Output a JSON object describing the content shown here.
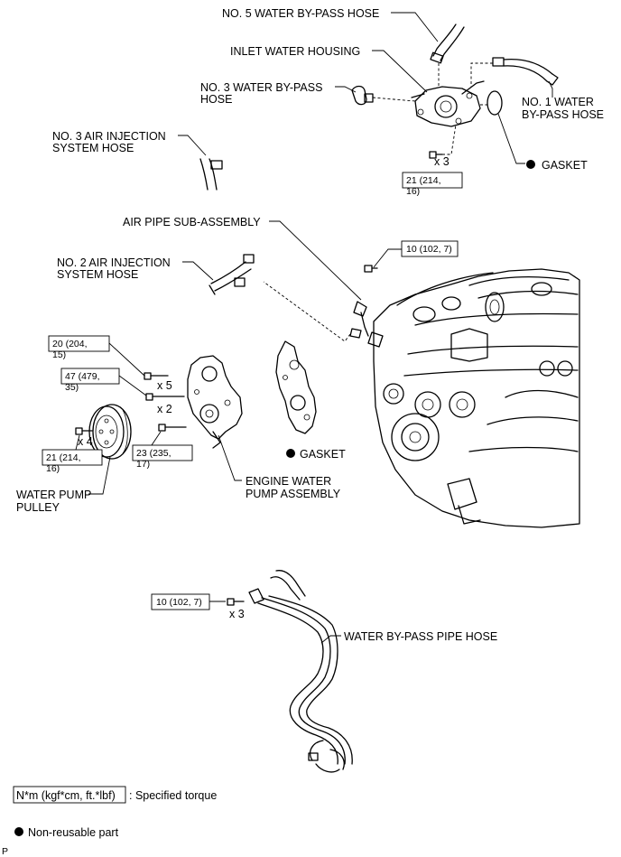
{
  "labels": {
    "no5_water_bypass_hose": "NO. 5 WATER BY-PASS HOSE",
    "inlet_water_housing": "INLET WATER HOUSING",
    "no3_water_bypass_hose_line1": "NO. 3 WATER BY-PASS",
    "no3_water_bypass_hose_line2": "HOSE",
    "no1_water_bypass_hose_line1": "NO. 1 WATER",
    "no1_water_bypass_hose_line2": "BY-PASS HOSE",
    "no3_air_injection_line1": "NO. 3 AIR INJECTION",
    "no3_air_injection_line2": "SYSTEM HOSE",
    "gasket_top": "GASKET",
    "air_pipe_sub_assembly": "AIR PIPE SUB-ASSEMBLY",
    "no2_air_injection_line1": "NO. 2 AIR INJECTION",
    "no2_air_injection_line2": "SYSTEM HOSE",
    "gasket_mid": "GASKET",
    "engine_water_pump_line1": "ENGINE WATER",
    "engine_water_pump_line2": "PUMP ASSEMBLY",
    "water_pump_pulley_line1": "WATER PUMP",
    "water_pump_pulley_line2": "PULLEY",
    "water_bypass_pipe_hose": "WATER BY-PASS PIPE HOSE"
  },
  "torques": {
    "t_inlet_l1": "21 (214,",
    "t_inlet_l2": "16)",
    "t_airpipe": "10 (102, 7)",
    "t_pump_top_l1": "20 (204,",
    "t_pump_top_l2": "15)",
    "t_pump_mid_l1": "47 (479,",
    "t_pump_mid_l2": "35)",
    "t_pulley_l1": "21 (214,",
    "t_pulley_l2": "16)",
    "t_pump_low_l1": "23 (235,",
    "t_pump_low_l2": "17)",
    "t_bypass": "10 (102, 7)"
  },
  "quantities": {
    "q_inlet": "x 3",
    "q_pump_top": "x 5",
    "q_pump_mid": "x 2",
    "q_pulley": "x 4",
    "q_bypass": "x 3"
  },
  "legend": {
    "torque_unit": "N*m (kgf*cm, ft.*lbf)",
    "torque_desc": ": Specified torque",
    "nonreusable": "Non-reusable part"
  },
  "corner_mark": "P"
}
